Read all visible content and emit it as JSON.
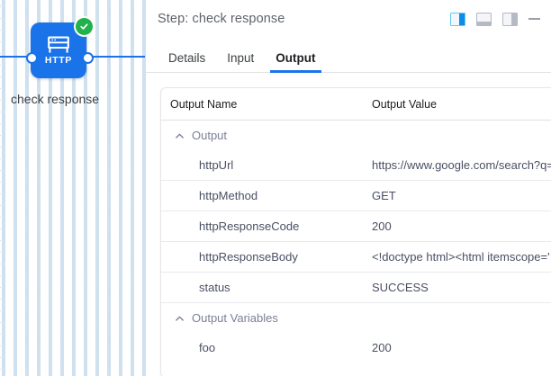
{
  "canvas": {
    "node": {
      "label": "check response",
      "icon_name": "http-node-icon",
      "type_text": "HTTP",
      "status_badge": "success-check-badge",
      "color": "#1a73e8",
      "badge_color": "#21b24b"
    }
  },
  "panel": {
    "title": "Step: check response",
    "actions": [
      {
        "name": "layout-side-panel-right",
        "state": "active"
      },
      {
        "name": "layout-bottom-panel",
        "state": "inactive"
      },
      {
        "name": "layout-panel-right-fill",
        "state": "inactive"
      },
      {
        "name": "minimize-panel",
        "state": "inactive"
      }
    ],
    "tabs": [
      {
        "label": "Details",
        "active": false
      },
      {
        "label": "Input",
        "active": false
      },
      {
        "label": "Output",
        "active": true
      }
    ],
    "accent_color": "#1a73e8"
  },
  "table": {
    "headers": {
      "name": "Output Name",
      "value": "Output Value"
    },
    "groups": [
      {
        "label": "Output",
        "expanded": true,
        "rows": [
          {
            "name": "httpUrl",
            "value": "https://www.google.com/search?q="
          },
          {
            "name": "httpMethod",
            "value": "GET"
          },
          {
            "name": "httpResponseCode",
            "value": "200"
          },
          {
            "name": "httpResponseBody",
            "value": "<!doctype html><html itemscope='"
          },
          {
            "name": "status",
            "value": "SUCCESS"
          }
        ]
      },
      {
        "label": "Output Variables",
        "expanded": true,
        "rows": [
          {
            "name": "foo",
            "value": "200"
          }
        ]
      }
    ]
  }
}
